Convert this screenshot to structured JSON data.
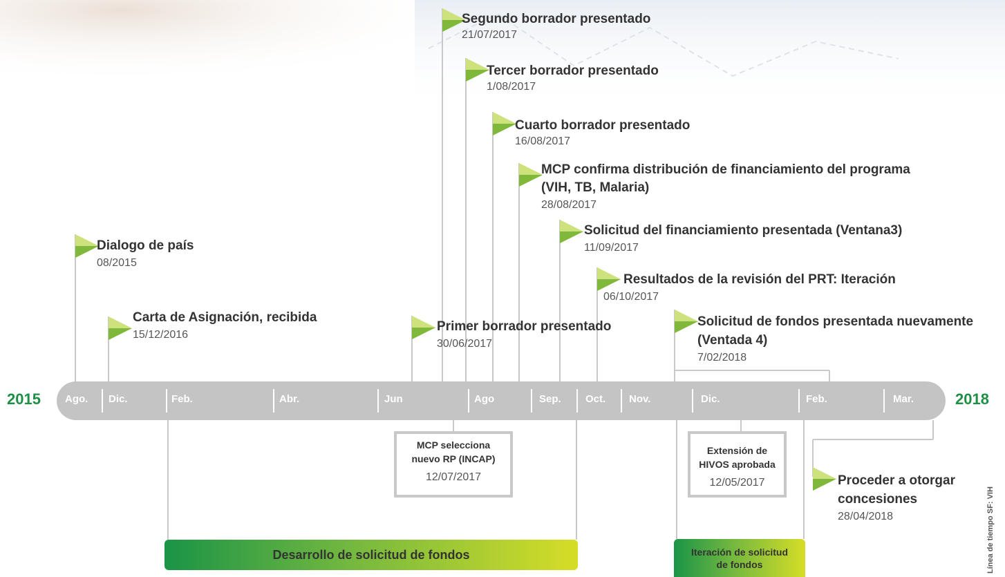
{
  "years": {
    "start": "2015",
    "end": "2018"
  },
  "months": [
    "Ago.",
    "Dic.",
    "Feb.",
    "Abr.",
    "Jun",
    "Ago",
    "Sep.",
    "Oct.",
    "Nov.",
    "Dic.",
    "Feb.",
    "Mar."
  ],
  "milestones": [
    {
      "title": "Segundo  borrador presentado",
      "date": "21/07/2017"
    },
    {
      "title": "Tercer  borrador presentado",
      "date": "1/08/2017"
    },
    {
      "title": "Cuarto borrador presentado",
      "date": "16/08/2017"
    },
    {
      "title": "MCP confirma distribución de financiamiento del programa",
      "title2": "(VIH, TB, Malaria)",
      "date": "28/08/2017"
    },
    {
      "title": "Solicitud del financiamiento presentada (Ventana3)",
      "date": "11/09/2017"
    },
    {
      "title": "Dialogo de país",
      "date": "08/2015"
    },
    {
      "title": "Resultados de la revisión del PRT: Iteración",
      "date": "06/10/2017"
    },
    {
      "title": "Carta de Asignación, recibida",
      "date": "15/12/2016"
    },
    {
      "title": "Primer borrador presentado",
      "date": "30/06/2017"
    },
    {
      "title": "Solicitud de fondos presentada nuevamente",
      "title2": "(Ventada 4)",
      "date": "7/02/2018"
    }
  ],
  "below_boxes": [
    {
      "line1": "MCP selecciona",
      "line2": "nuevo RP (INCAP)",
      "date": "12/07/2017"
    },
    {
      "line1": "Extensión de",
      "line2": "HIVOS aprobada",
      "date": "12/05/2017"
    }
  ],
  "final_milestone": {
    "line1": "Proceder a otorgar",
    "line2": "concesiones",
    "date": "28/04/2018"
  },
  "phases": [
    {
      "label": "Desarrollo de solicitud de fondos"
    },
    {
      "line1": "Iteración de solicitud",
      "line2": "de fondos"
    }
  ],
  "side_label": "Línea de tiempo SF: VIH",
  "colors": {
    "bar": "#c4c4c4",
    "flag_light": "#cde27c",
    "flag_dark": "#7fb83a",
    "year": "#1e8f45",
    "connector": "#c8c8c8"
  }
}
